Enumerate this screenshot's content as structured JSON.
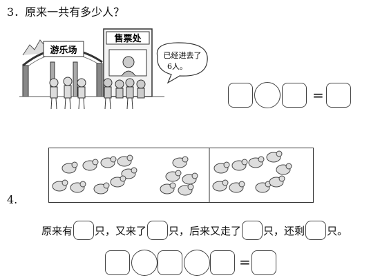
{
  "q3": {
    "title": "3．原来一共有多少人？",
    "park_sign": "游乐场",
    "ticket_sign": "售票处",
    "bubble_line1": "已经进去了",
    "bubble_line2": "6人。",
    "equals": "="
  },
  "q4": {
    "number": "4.",
    "seg1": "原来有",
    "seg2": "只，又来了",
    "seg3": "只，后来又走了",
    "seg4": "只，还剩",
    "seg5": "只。",
    "equals": "="
  }
}
